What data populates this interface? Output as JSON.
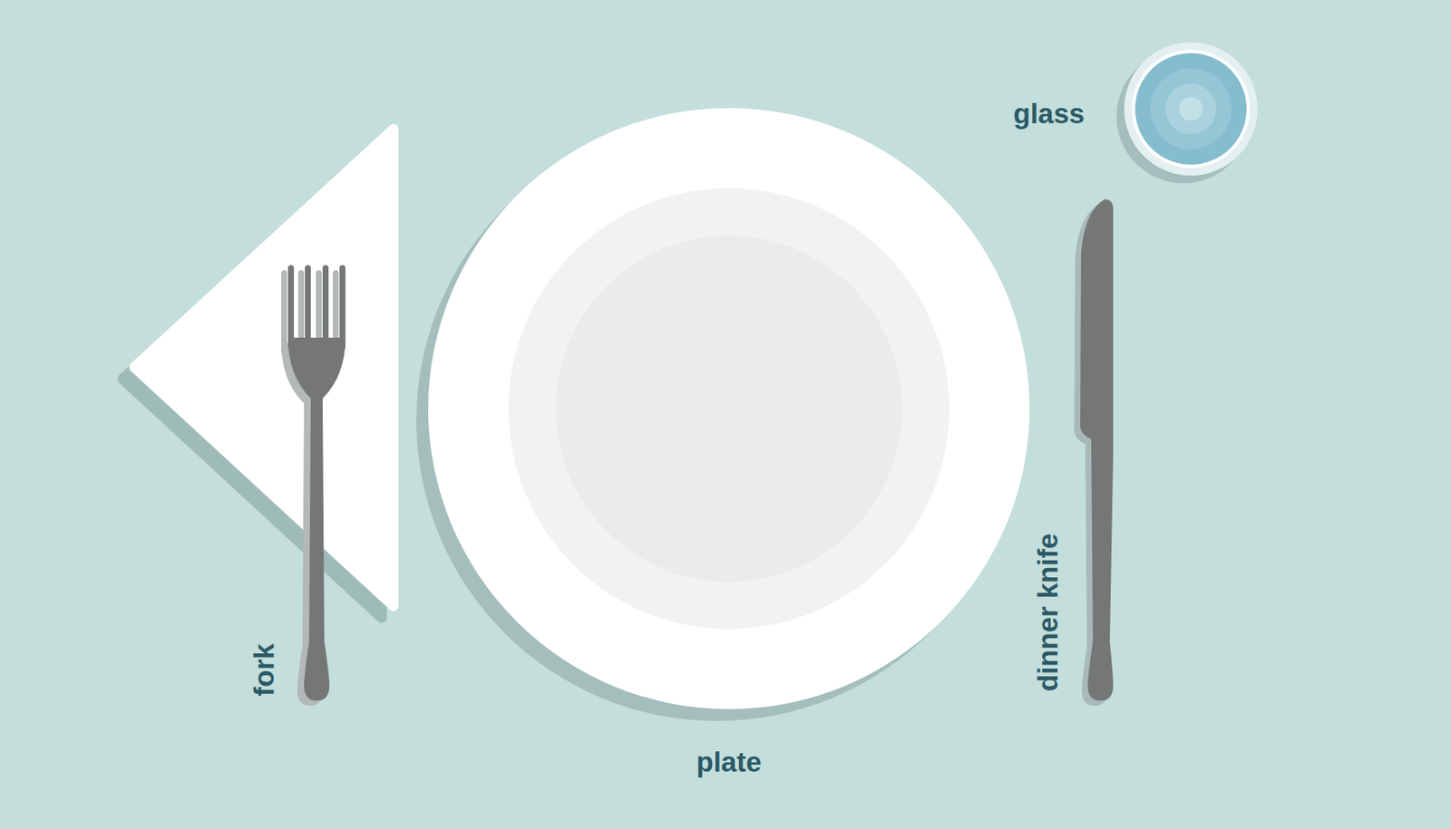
{
  "diagram": {
    "labels": [
      "glass",
      "fork",
      "dinner knife",
      "plate"
    ]
  }
}
